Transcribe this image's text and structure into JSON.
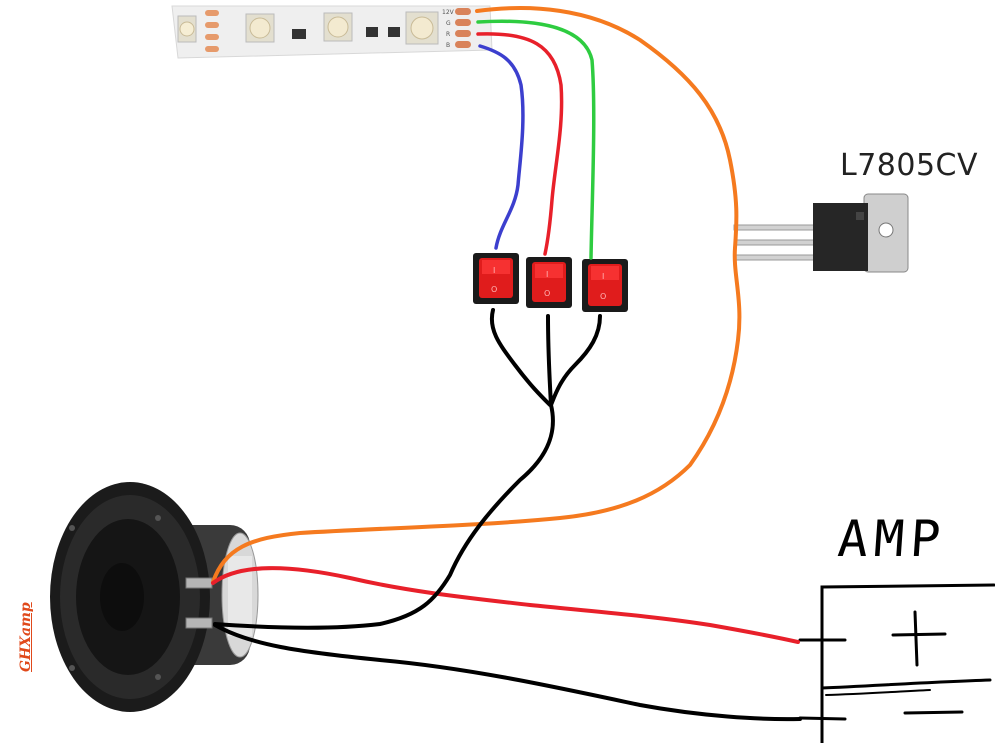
{
  "regulator": {
    "label": "L7805CV"
  },
  "amp": {
    "label": "AMP",
    "plus": "+",
    "minus": "–"
  },
  "speaker": {
    "brand": "GHXamp"
  },
  "led_strip": {
    "pad_labels": [
      "12V",
      "G",
      "R",
      "B"
    ]
  },
  "switches": [
    {
      "name": "blue-channel",
      "on_symbol": "I",
      "off_symbol": "O"
    },
    {
      "name": "red-channel",
      "on_symbol": "I",
      "off_symbol": "O"
    },
    {
      "name": "green-channel",
      "on_symbol": "I",
      "off_symbol": "O"
    }
  ],
  "wires": [
    {
      "name": "blue",
      "color": "#3c3fce"
    },
    {
      "name": "red",
      "color": "#e8202a"
    },
    {
      "name": "green",
      "color": "#2ecc40"
    },
    {
      "name": "orange",
      "color": "#f57a1f"
    },
    {
      "name": "black",
      "color": "#000000"
    }
  ]
}
